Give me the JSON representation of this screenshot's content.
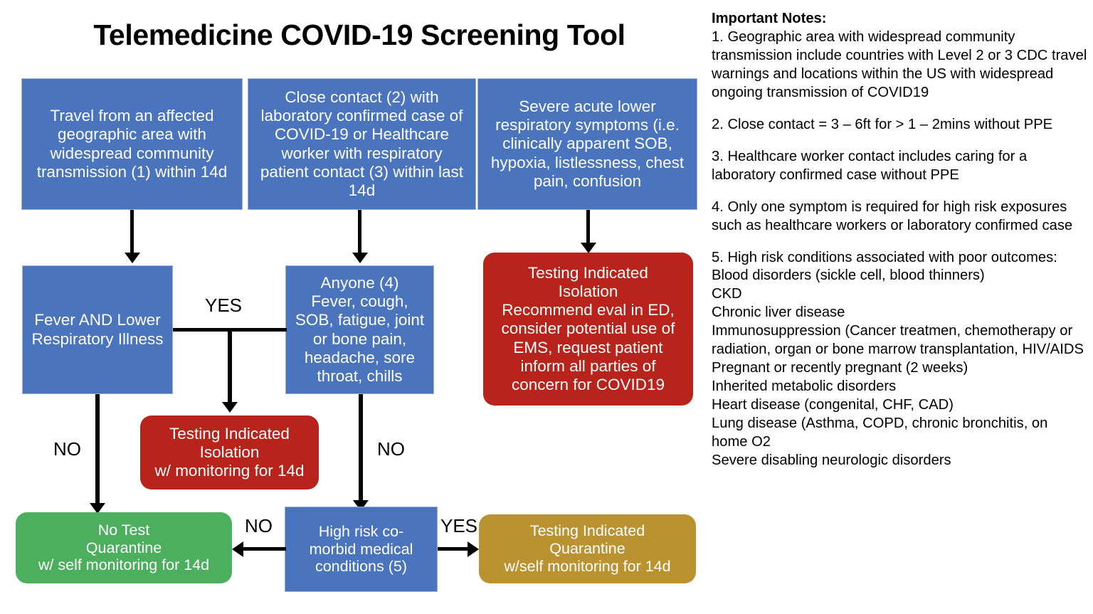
{
  "title": "Telemedicine COVID-19 Screening Tool",
  "colors": {
    "blue": "#4a74bd",
    "red": "#b8241b",
    "green": "#4caf5e",
    "gold": "#ba9230",
    "line": "#000000",
    "text_on_fill": "#ffffff"
  },
  "flowchart": {
    "nodes": {
      "travel": "Travel from an affected\ngeographic area with\nwidespread community\ntransmission (1) within 14d",
      "close_contact": "Close contact (2) with\nlaboratory confirmed case of\nCOVID-19 or Healthcare\nworker with respiratory\npatient contact (3) within last\n14d",
      "severe_symptoms": "Severe acute lower\nrespiratory symptoms (i.e.\nclinically apparent SOB,\nhypoxia, listlessness, chest\npain, confusion",
      "fever_lri": "Fever AND Lower\nRespiratory Illness",
      "anyone": "Anyone (4)\nFever, cough,\nSOB, fatigue, joint\nor bone pain,\nheadache, sore\nthroat, chills",
      "testing_ed": "Testing Indicated\nIsolation\nRecommend eval in ED,\nconsider potential use of\nEMS, request patient\ninform all parties of\nconcern for COVID19",
      "testing_isolation": "Testing Indicated\nIsolation\nw/ monitoring for 14d",
      "no_test": "No Test\nQuarantine\nw/ self monitoring for 14d",
      "high_risk": "High risk co-\nmorbid medical\nconditions (5)",
      "testing_quarantine": "Testing Indicated\nQuarantine\nw/self monitoring for 14d"
    },
    "edge_labels": {
      "yes_fever_to_anyone": "YES",
      "no_fever_down": "NO",
      "no_anyone_down": "NO",
      "no_highrisk_left": "NO",
      "yes_highrisk_right": "YES"
    }
  },
  "notes": {
    "heading": "Important Notes:",
    "items": [
      "1. Geographic area with widespread community transmission include countries with Level 2 or 3 CDC travel warnings and locations within the US with widespread ongoing transmission of COVID19",
      "2. Close contact = 3 – 6ft for > 1 – 2mins without PPE",
      "3. Healthcare worker contact includes caring for a laboratory confirmed case without PPE",
      "4. Only one symptom is required for high risk exposures such as healthcare workers or laboratory confirmed case"
    ],
    "note5_intro": "5. High risk conditions associated with poor outcomes:",
    "note5_list": [
      "Blood disorders (sickle cell, blood thinners)",
      "CKD",
      "Chronic liver disease",
      "Immunosuppression (Cancer treatmen, chemotherapy or radiation, organ or bone marrow transplantation, HIV/AIDS",
      "Pregnant or recently pregnant (2 weeks)",
      "Inherited metabolic disorders",
      "Heart disease (congenital, CHF, CAD)",
      "Lung disease (Asthma, COPD, chronic bronchitis, on home O2",
      "Severe disabling neurologic disorders"
    ]
  }
}
